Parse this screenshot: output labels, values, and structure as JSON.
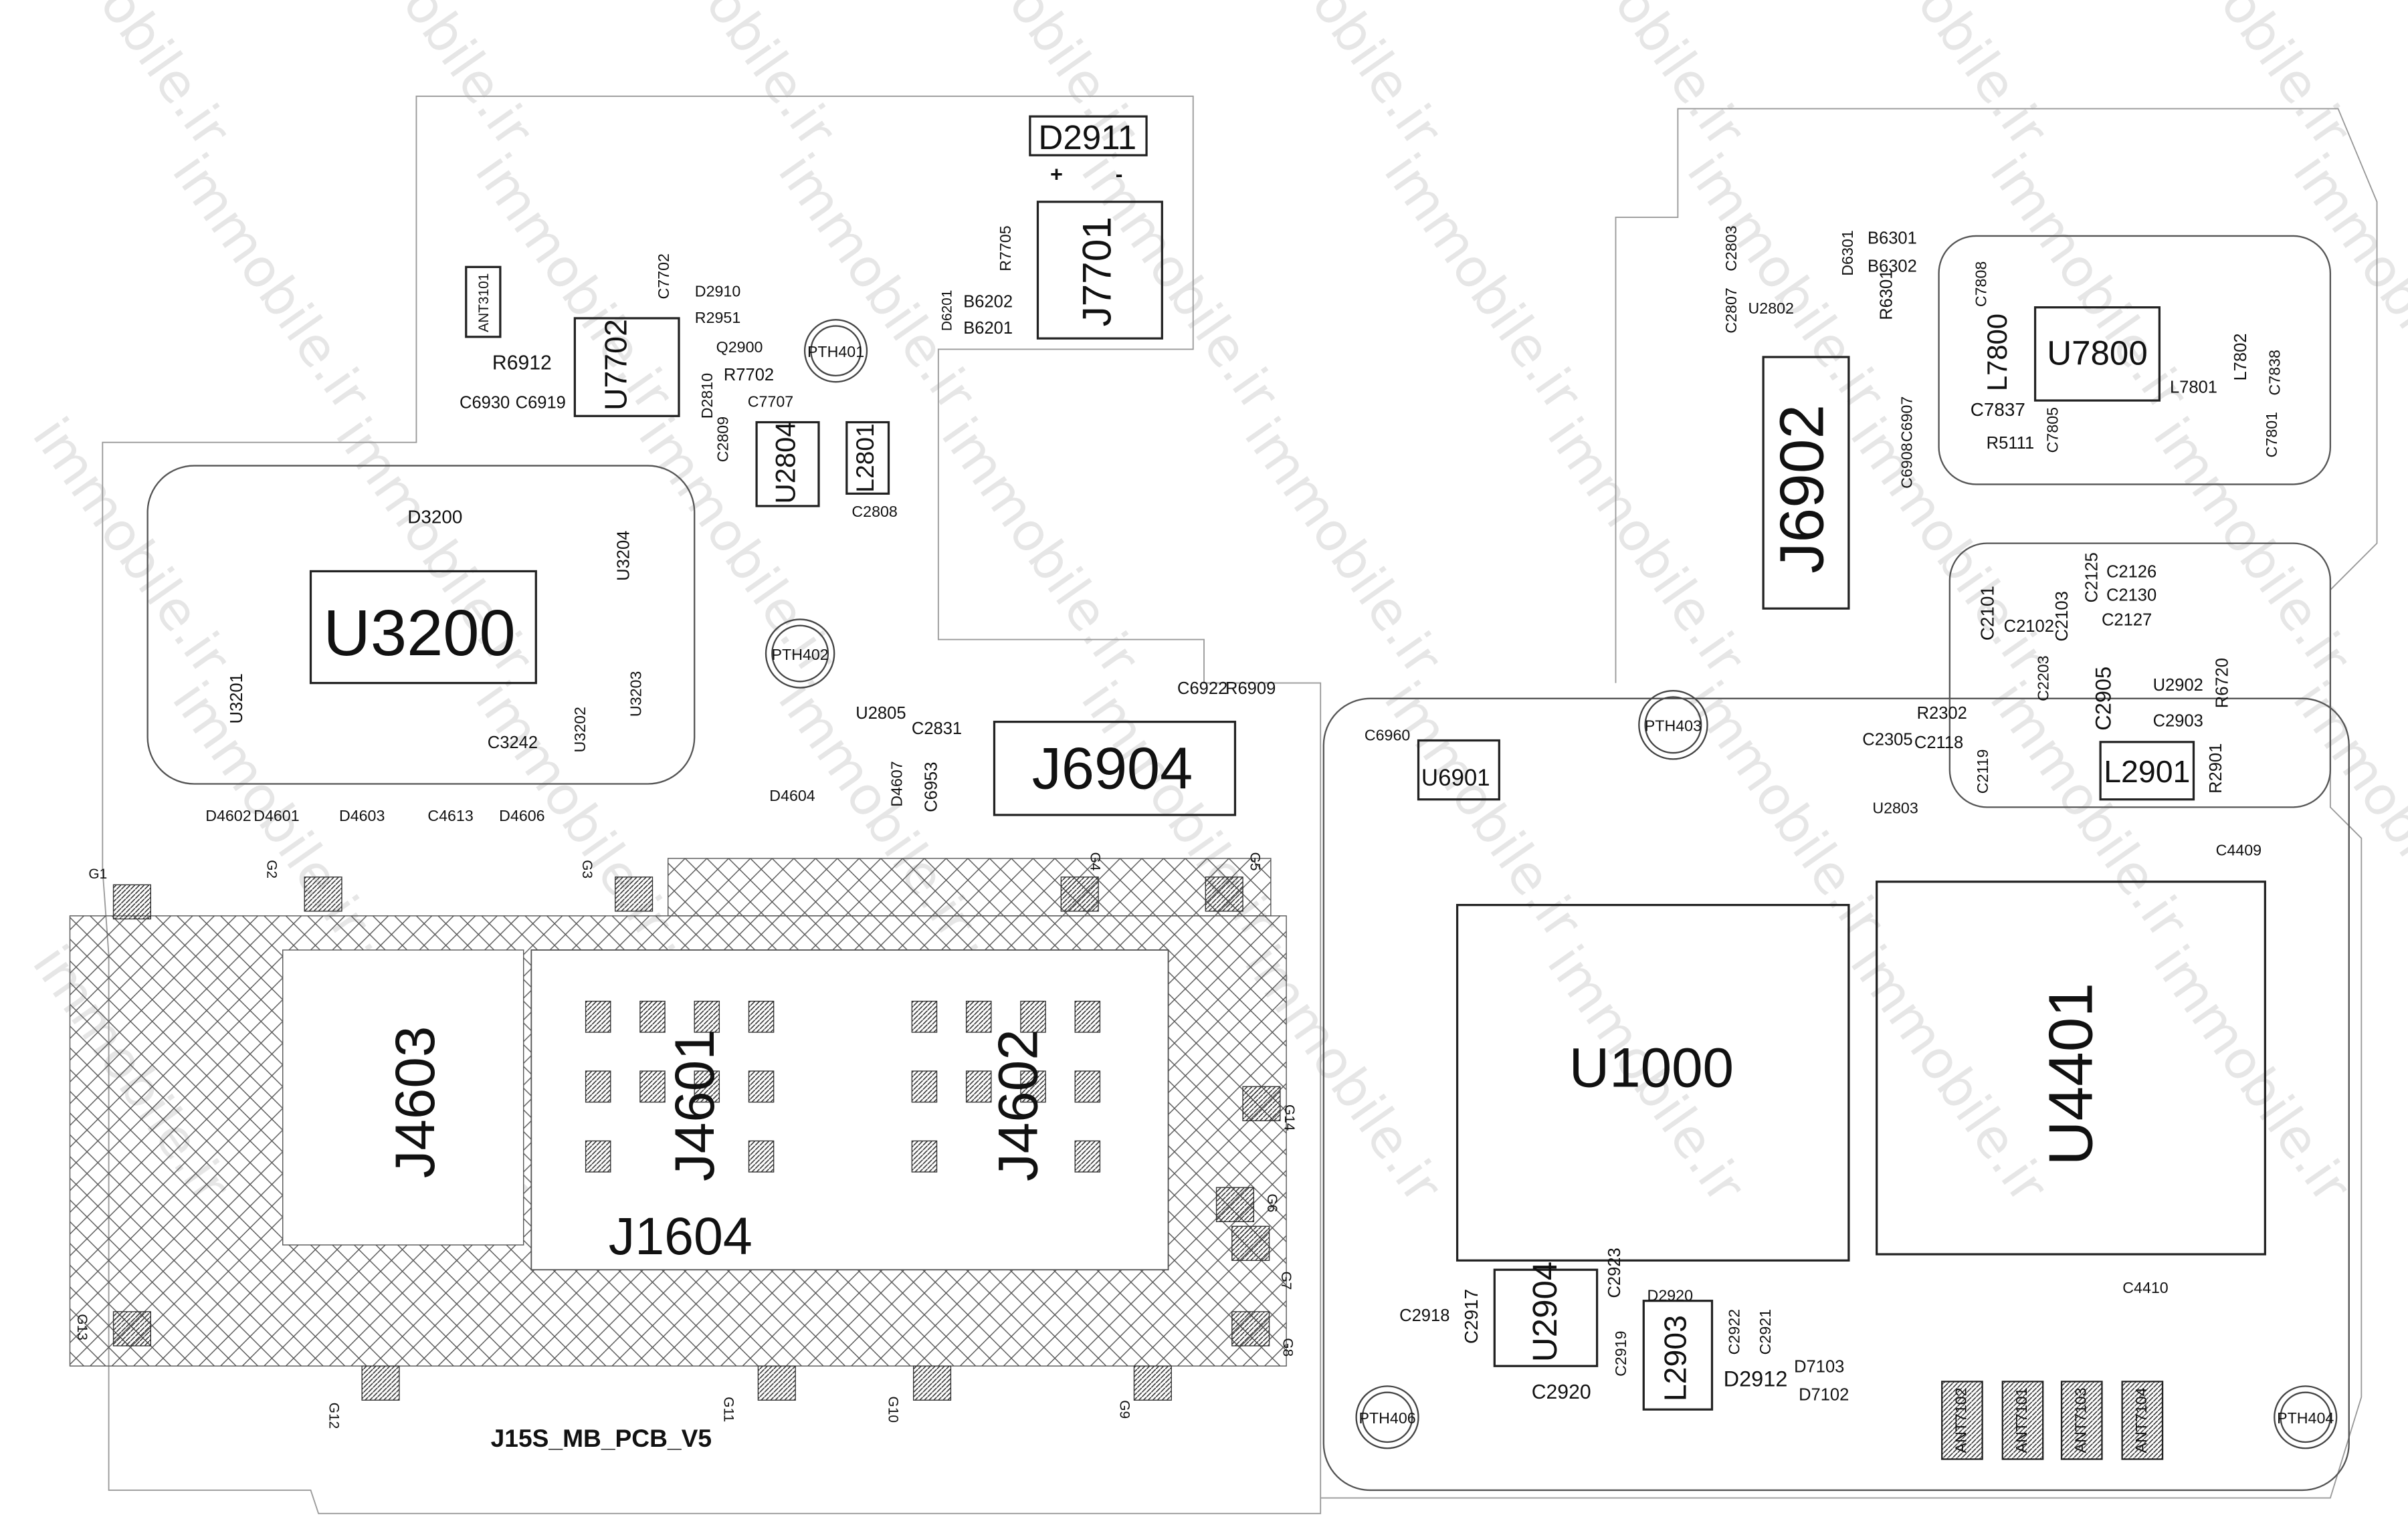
{
  "watermark": "immobile.ir",
  "board_name": "J15S_MB_PCB_V5",
  "polarity": {
    "plus": "+",
    "minus": "-"
  },
  "components": [
    "D2911",
    "J7701",
    "U7702",
    "ANT3101",
    "R6912",
    "C6930",
    "C6919",
    "C7702",
    "D2910",
    "R2951",
    "Q2900",
    "R7702",
    "D2810",
    "C7707",
    "C2809",
    "U2804",
    "L2801",
    "C2808",
    "B6202",
    "B6201",
    "D6201",
    "R7705",
    "U3200",
    "D3200",
    "U3204",
    "U3201",
    "U3203",
    "U3202",
    "C3242",
    "J6904",
    "U2805",
    "C2831",
    "C6953",
    "D4607",
    "D4604",
    "D4602",
    "D4601",
    "D4603",
    "C4613",
    "D4606",
    "C6922",
    "R6909",
    "U6901",
    "C6960",
    "J6902",
    "C2807",
    "C2803",
    "U2802",
    "D6301",
    "B6301",
    "B6302",
    "R6301",
    "C6907",
    "C6908",
    "L7800",
    "U7800",
    "L7801",
    "L7802",
    "C7838",
    "C7837",
    "R5111",
    "C7805",
    "C7808",
    "C7801",
    "C2126",
    "C2130",
    "C2127",
    "C2125",
    "C2101",
    "C2102",
    "C2103",
    "C2203",
    "C2905",
    "U2902",
    "R6720",
    "C2903",
    "R2302",
    "C2305",
    "C2118",
    "C2119",
    "L2901",
    "R2901",
    "U2803",
    "C4409",
    "U1000",
    "U4401",
    "C4410",
    "J4603",
    "J4601",
    "J4602",
    "J1604",
    "U2904",
    "C2917",
    "C2918",
    "C2923",
    "D2920",
    "L2903",
    "C2919",
    "C2922",
    "C2921",
    "D2912",
    "D7103",
    "D7102",
    "C2920",
    "ANT7102",
    "ANT7101",
    "ANT7103",
    "ANT7104"
  ],
  "holes": [
    "PTH401",
    "PTH402",
    "PTH403",
    "PTH406",
    "PTH404"
  ],
  "ground_pads": [
    "G1",
    "G2",
    "G3",
    "G4",
    "G5",
    "G6",
    "G7",
    "G8",
    "G9",
    "G10",
    "G11",
    "G12",
    "G13",
    "G14"
  ]
}
